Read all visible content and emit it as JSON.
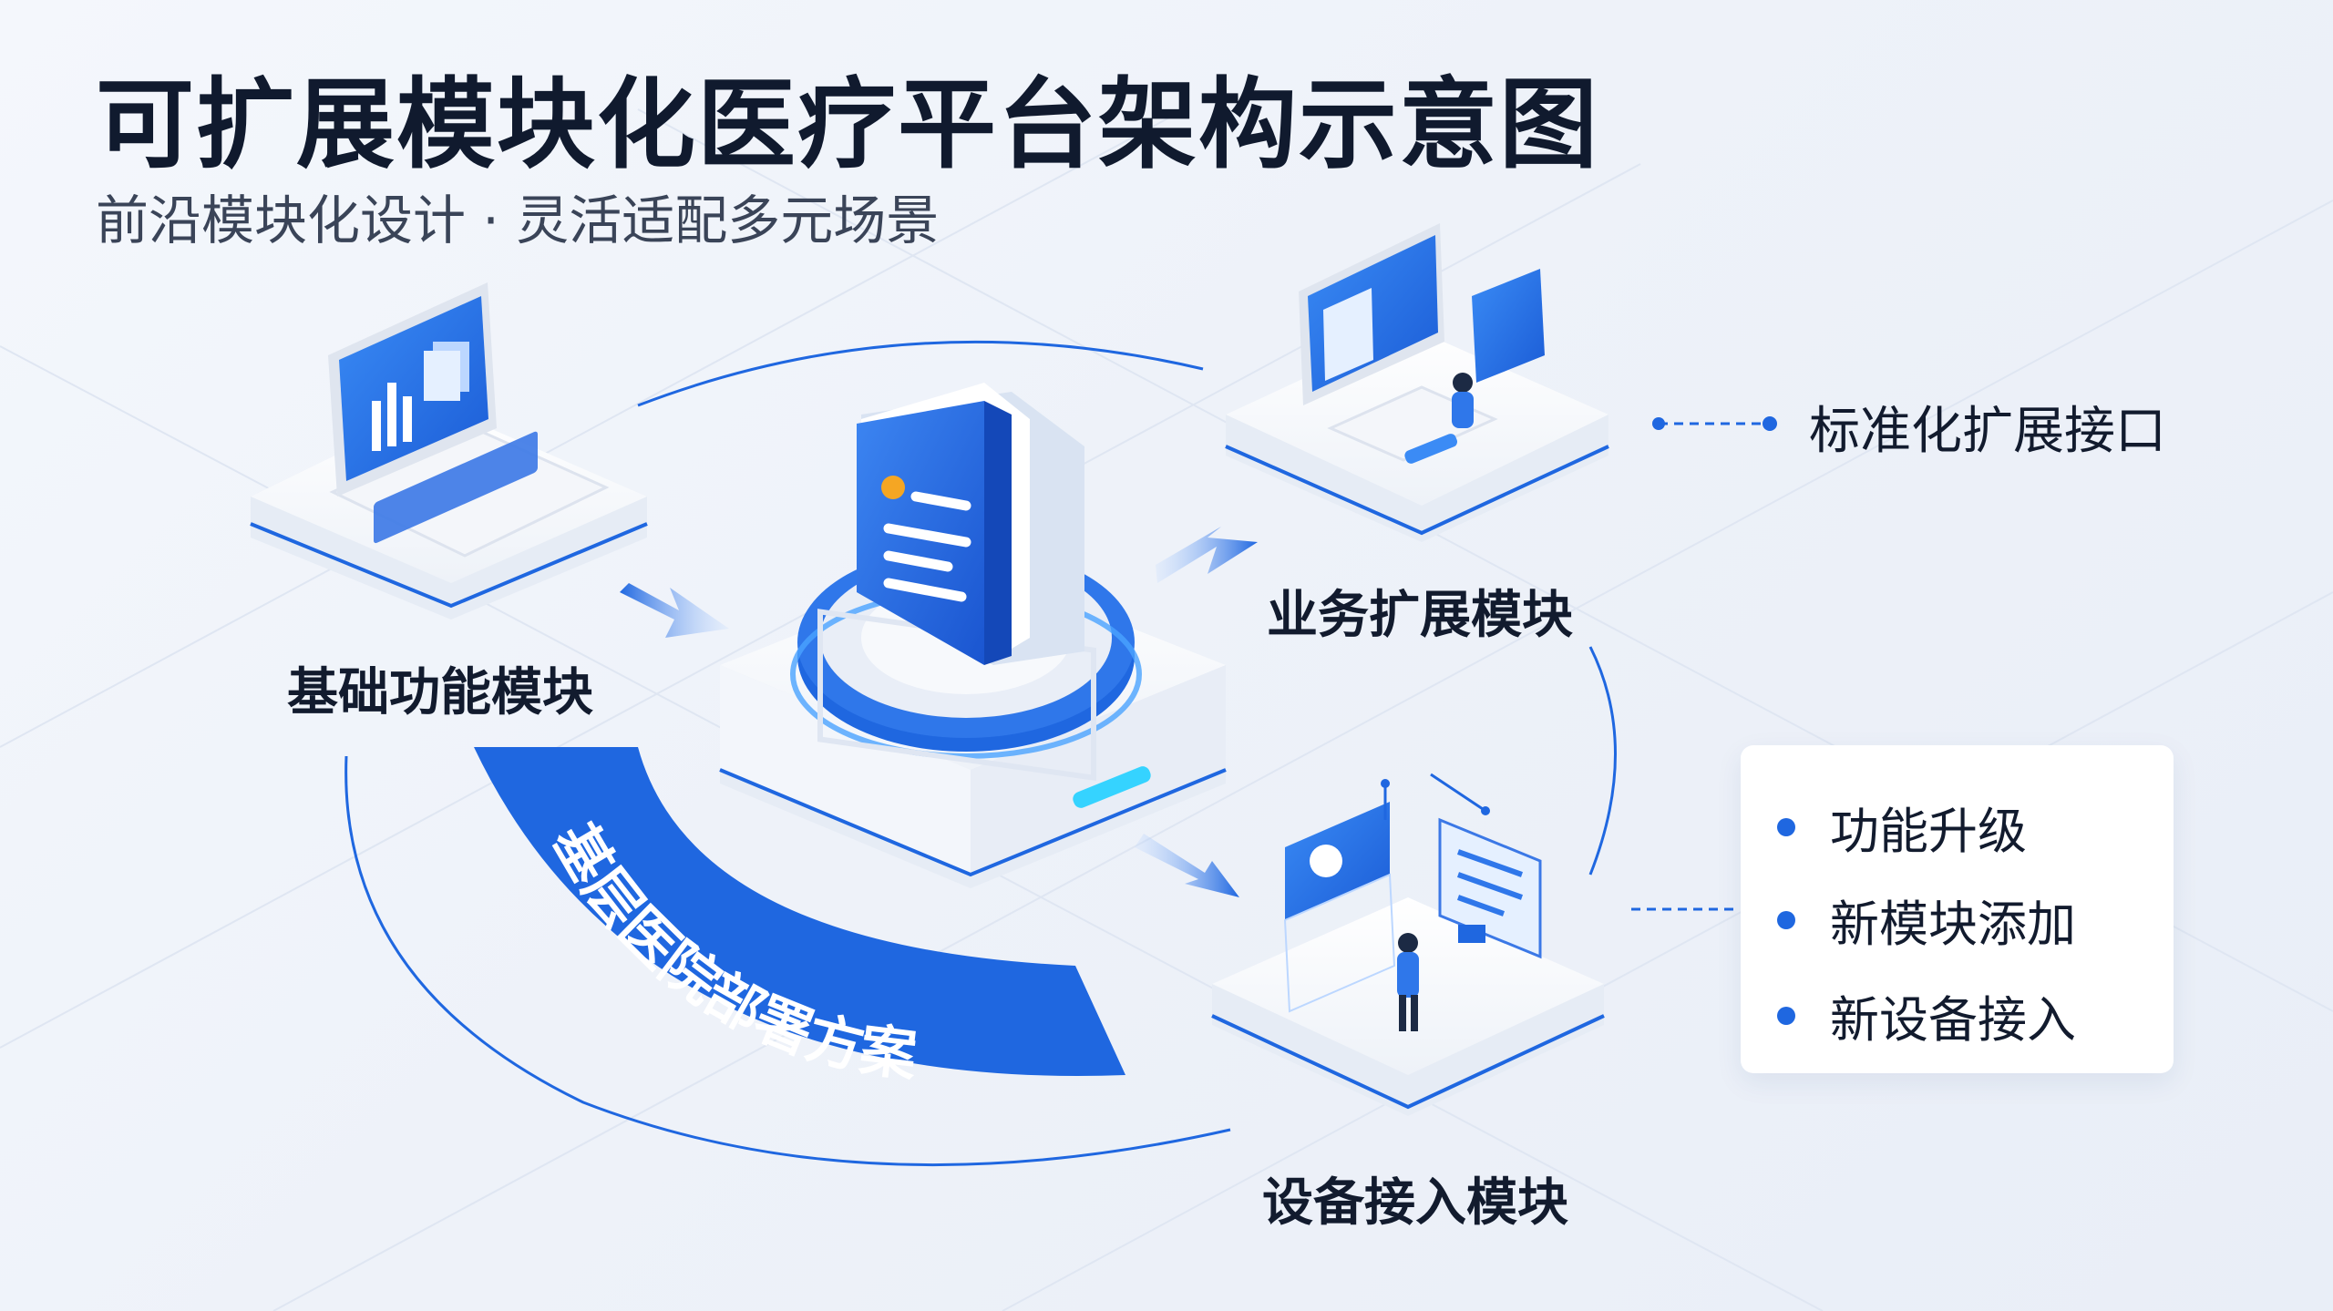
{
  "title": "可扩展模块化医疗平台架构示意图",
  "subtitle": "前沿模块化设计 · 灵活适配多元场景",
  "modules": {
    "basic": "基础功能模块",
    "business": "业务扩展模块",
    "device": "设备接入模块"
  },
  "arc_label": "基层医院部署方案",
  "interface_label": "标准化扩展接口",
  "list_items": [
    "功能升级",
    "新模块添加",
    "新设备接入"
  ],
  "colors": {
    "primary_blue": "#1f67e0",
    "light_blue": "#4aa3ff",
    "cyan": "#35d3ff",
    "text_dark": "#121b2e"
  }
}
